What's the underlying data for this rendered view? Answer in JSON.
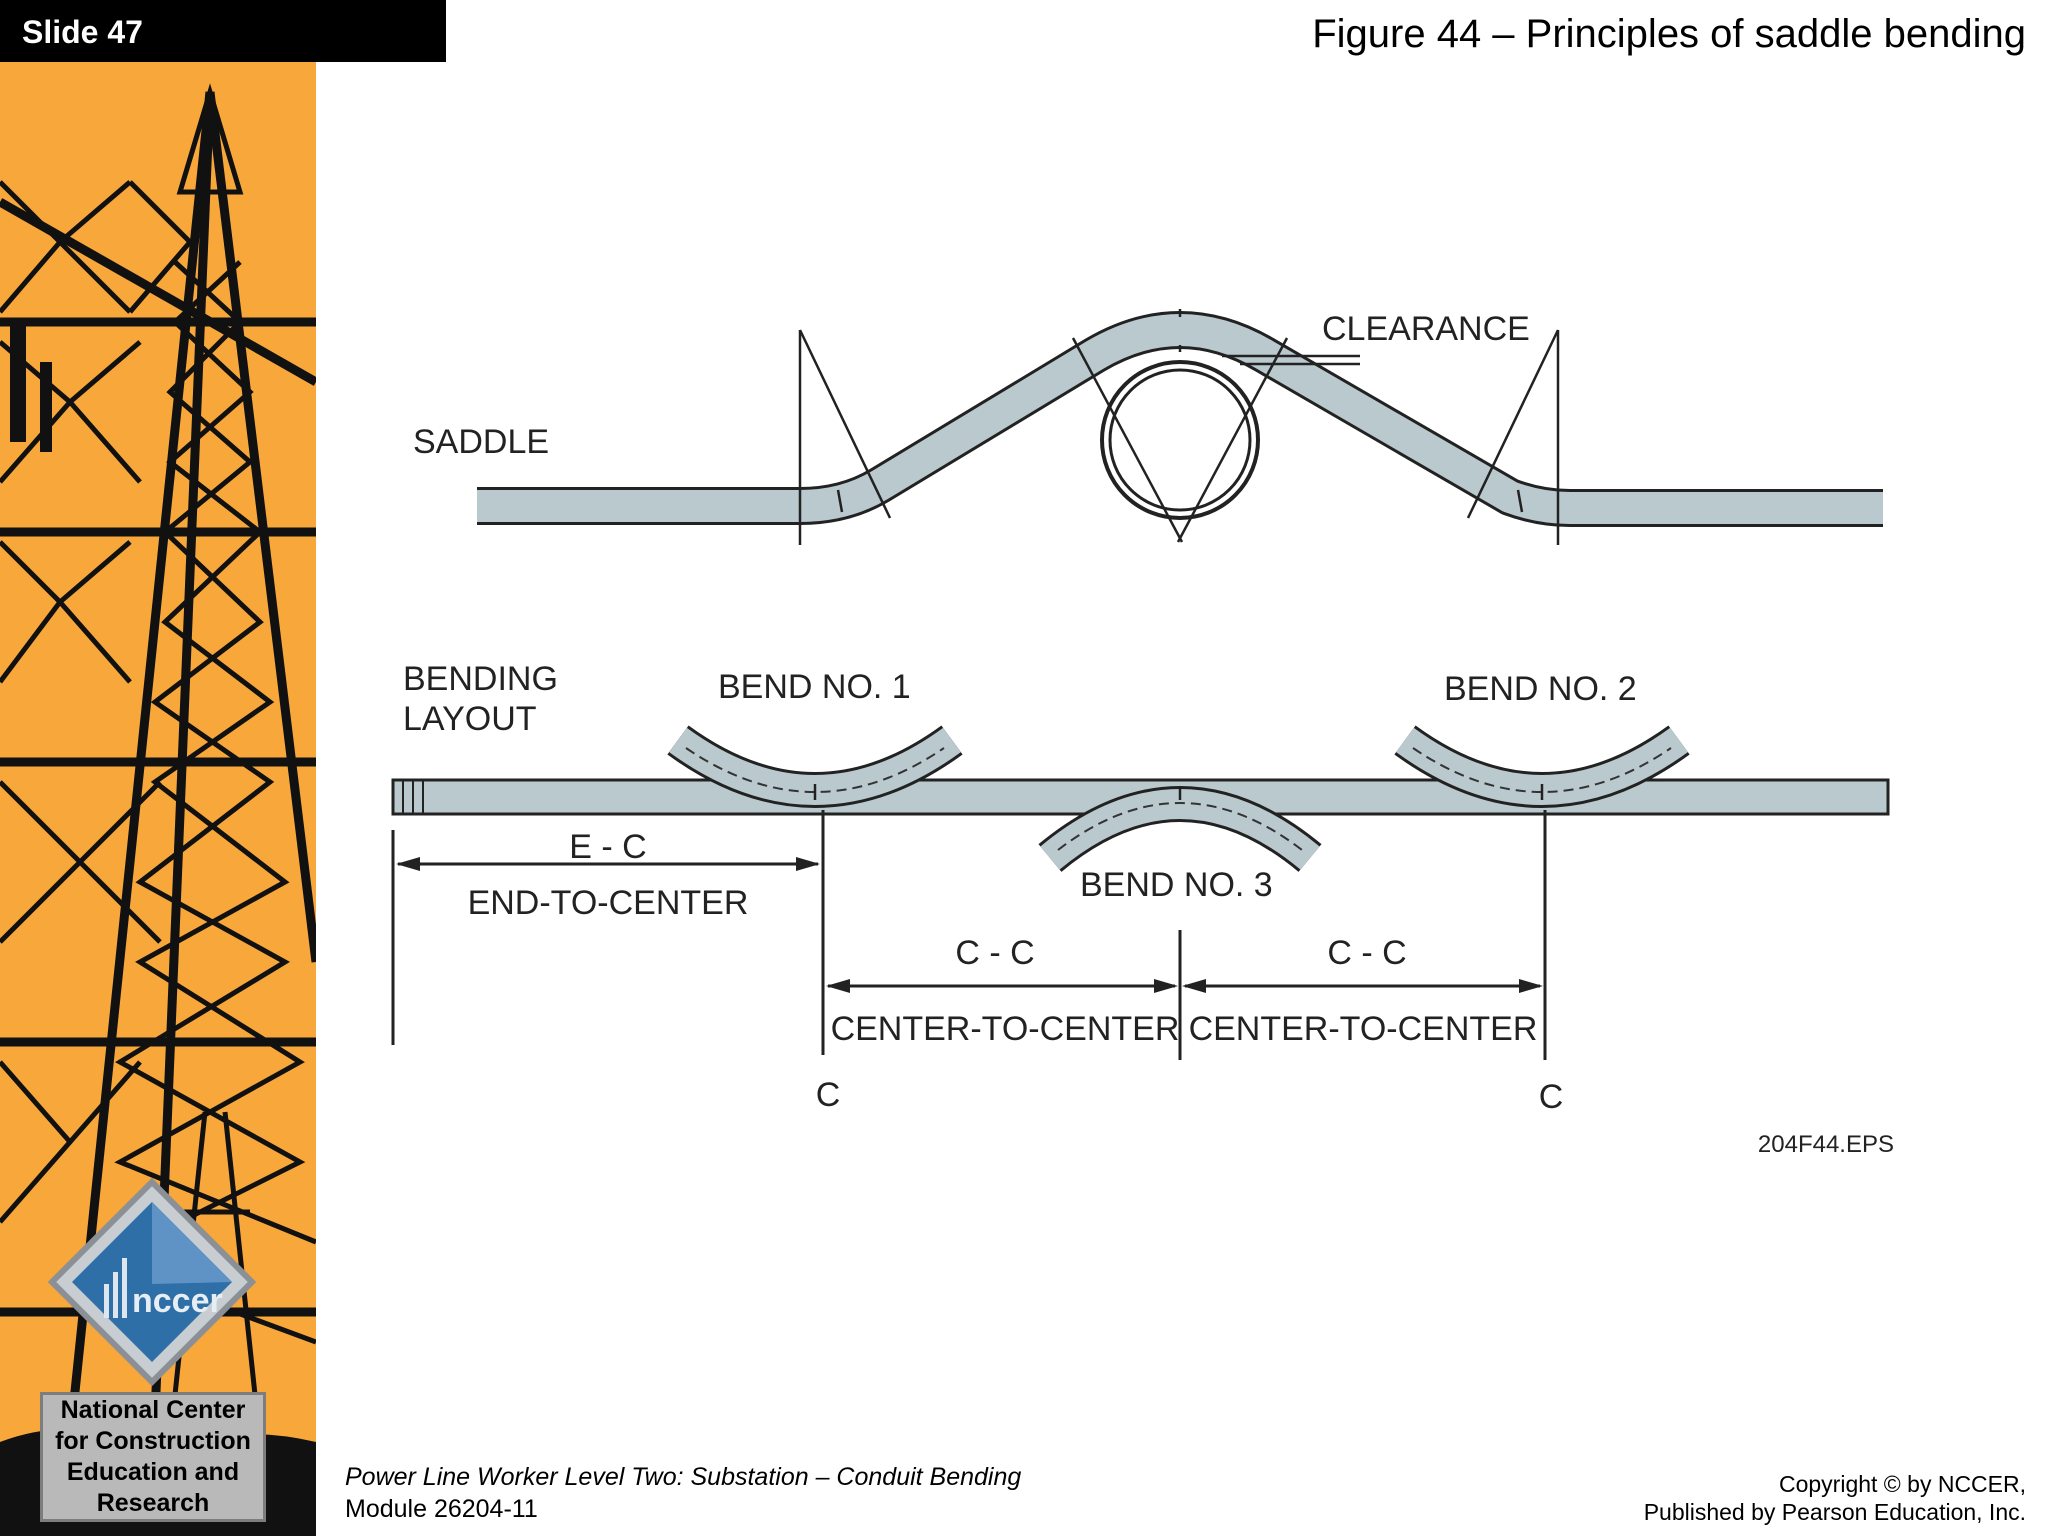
{
  "slide": {
    "label": "Slide 47"
  },
  "figure": {
    "title": "Figure 44 – Principles of saddle bending"
  },
  "sidebar": {
    "logo_text": "nccer",
    "org_lines": [
      "National Center",
      "for Construction",
      "Education and",
      "Research"
    ]
  },
  "diagram": {
    "saddle_label": "SADDLE",
    "clearance_label": "CLEARANCE",
    "layout_label_line1": "BENDING",
    "layout_label_line2": "LAYOUT",
    "bend1": "BEND NO. 1",
    "bend2": "BEND NO. 2",
    "bend3": "BEND NO. 3",
    "ec_abbrev": "E - C",
    "ec_full": "END-TO-CENTER",
    "cc_abbrev_left": "C - C",
    "cc_full_left": "CENTER-TO-CENTER",
    "cc_abbrev_right": "C - C",
    "cc_full_right": "CENTER-TO-CENTER",
    "center_mark_left": "C",
    "center_mark_right": "C",
    "file_id": "204F44.EPS"
  },
  "footer": {
    "course": "Power Line Worker Level Two: Substation – Conduit Bending",
    "module": "Module 26204-11",
    "copyright_line1": "Copyright © by NCCER,",
    "copyright_line2": "Published by Pearson Education, Inc."
  },
  "colors": {
    "sidebar_bg": "#f8a73a",
    "conduit_fill": "#b9c9ce",
    "badge_bg": "#000000"
  }
}
